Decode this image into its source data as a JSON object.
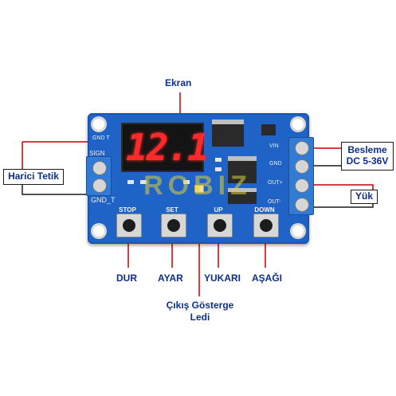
{
  "labels": {
    "display": "Ekran",
    "external_trigger": "Harici Tetik",
    "supply_line1": "Besleme",
    "supply_line2": "DC 5-36V",
    "load": "Yük",
    "stop": "DUR",
    "set": "AYAR",
    "up": "YUKARI",
    "down": "AŞAĞI",
    "output_led_line1": "Çıkış Gösterge",
    "output_led_line2": "Ledi"
  },
  "board": {
    "display_digits": "12.1",
    "buttons": [
      "STOP",
      "SET",
      "UP",
      "DOWN"
    ],
    "silk_left_top": "GND T",
    "silk_left_mid": "SIGN",
    "silk_left_bottom": "GND_T",
    "silk_right": [
      "VIN",
      "GND",
      "OUT+",
      "OUT-"
    ],
    "watermark": "ROBIZ"
  },
  "colors": {
    "board": "#1f63c6",
    "segment": "#ff2a2a",
    "terminal": "#2f7bd6",
    "arrow": "#c40000",
    "label": "#0d2f8a"
  }
}
